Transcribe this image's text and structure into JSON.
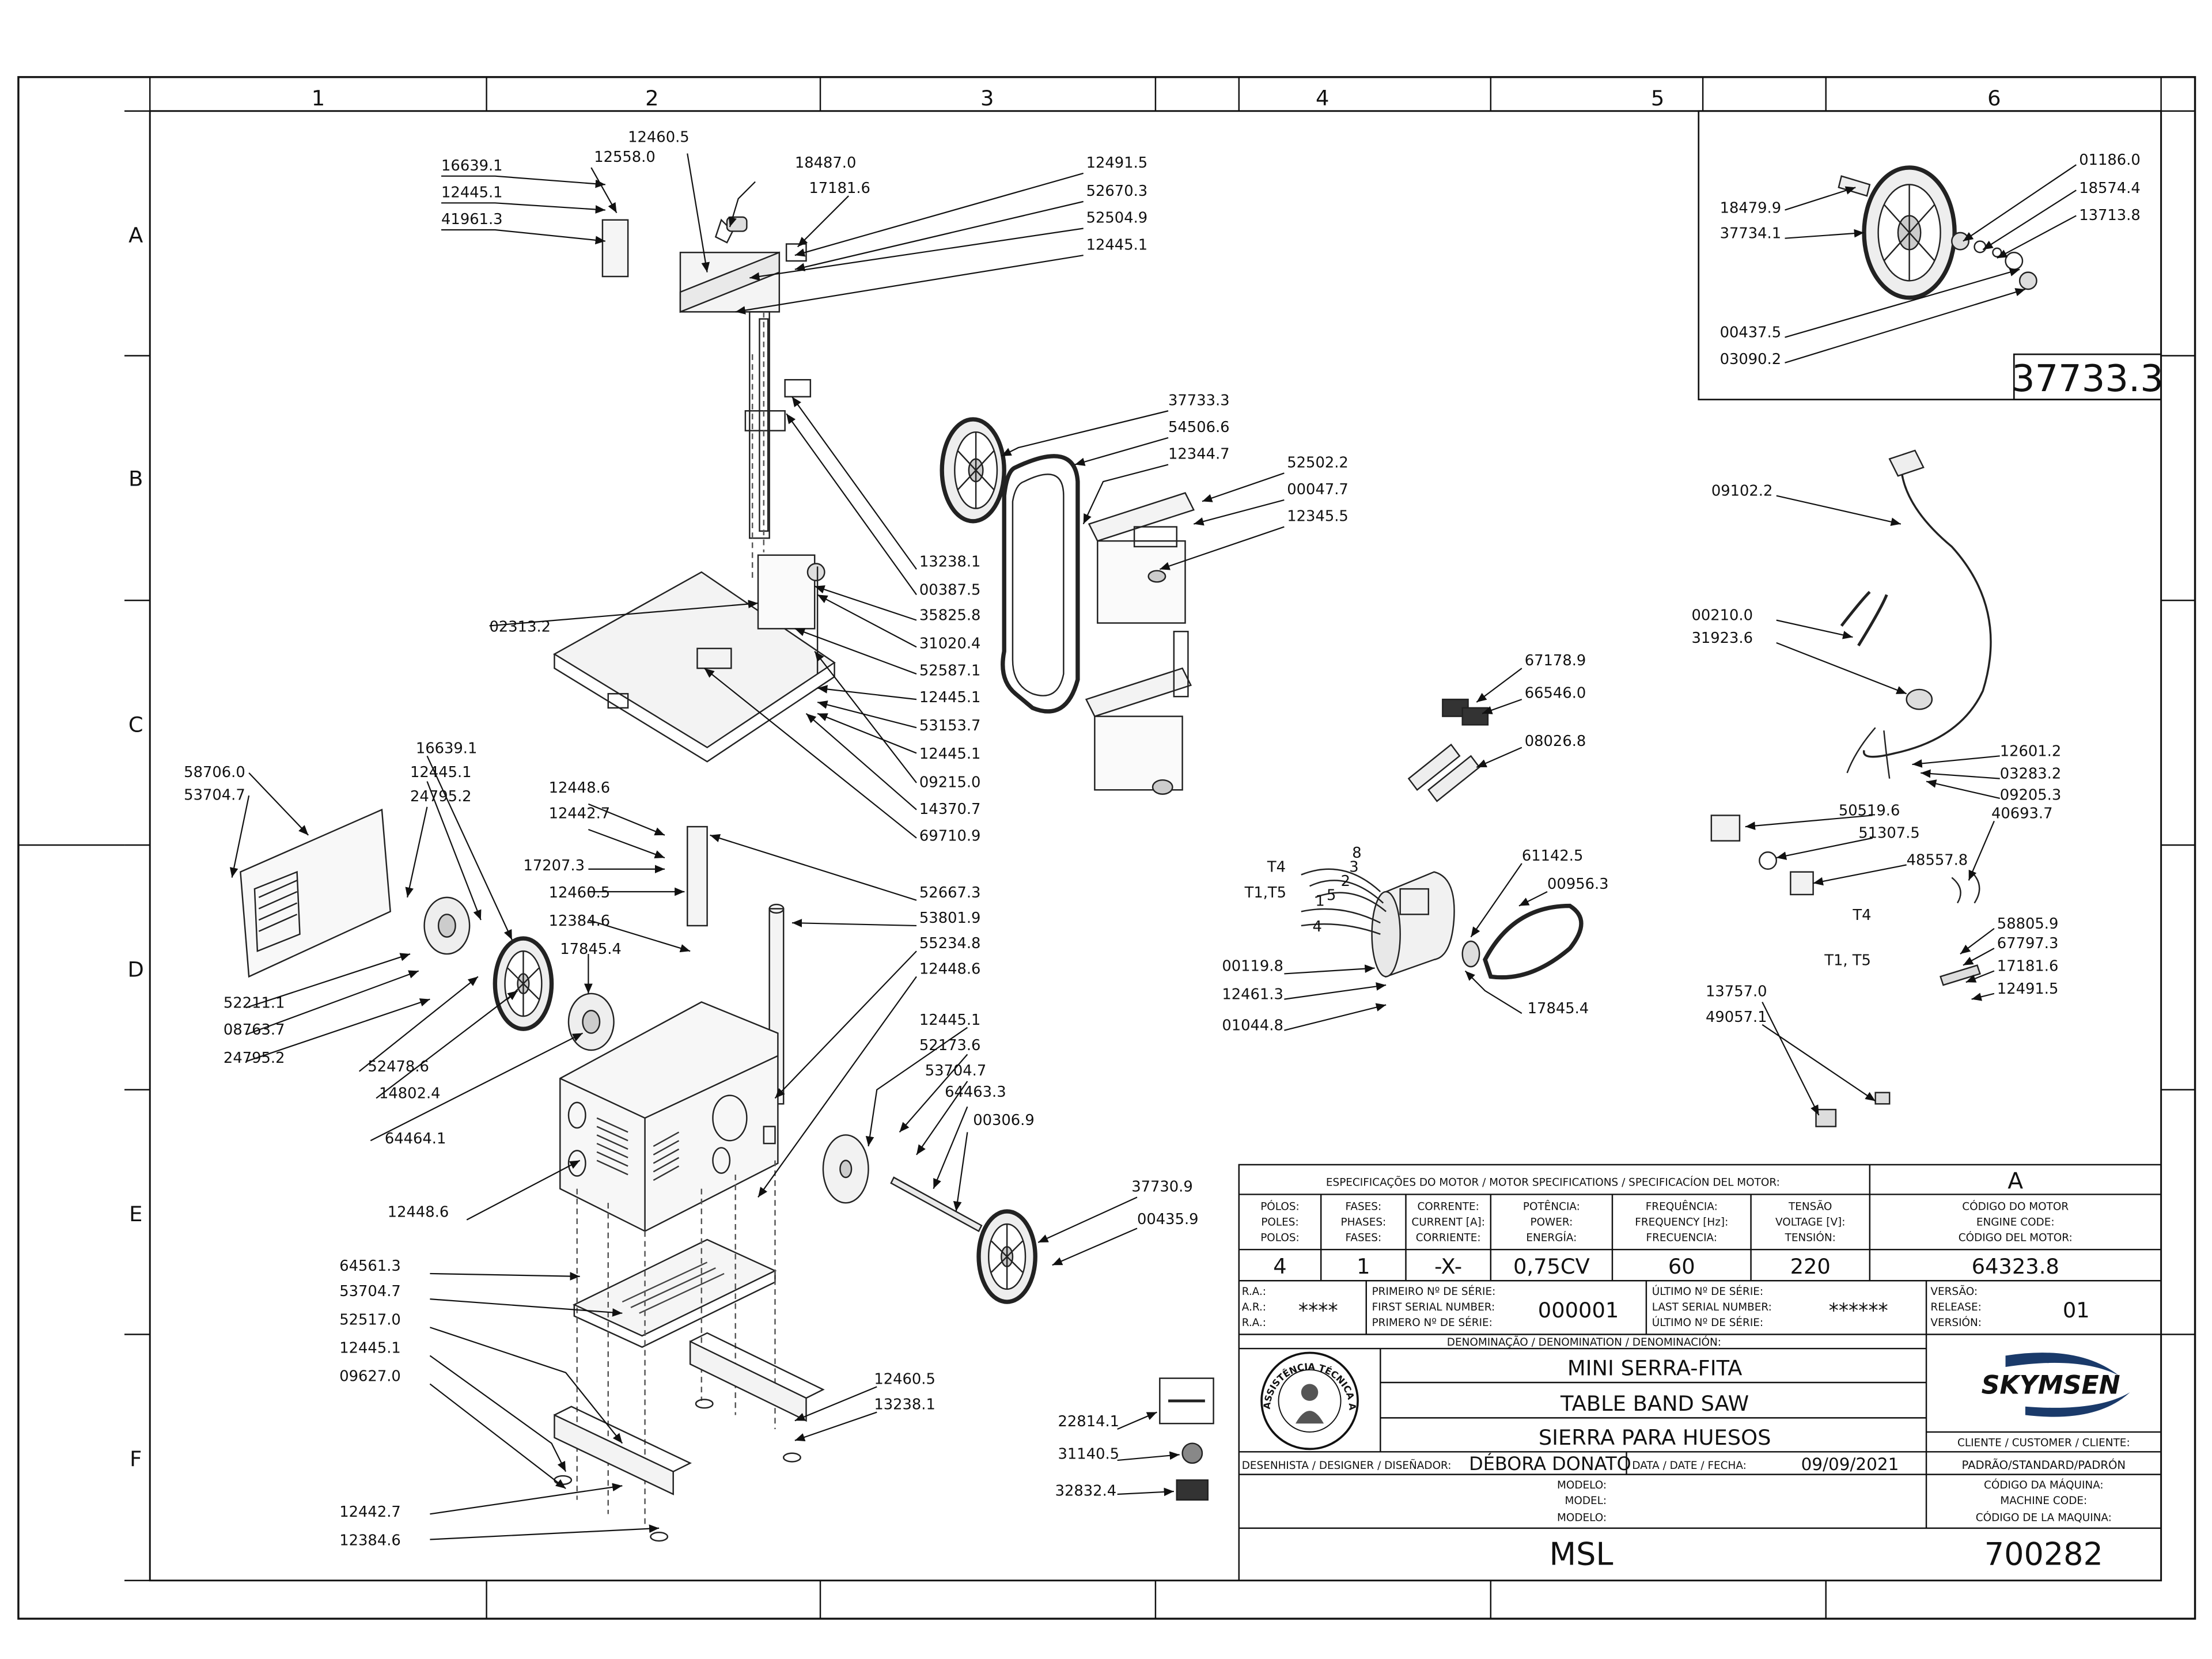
{
  "grid": {
    "columns": [
      "1",
      "2",
      "3",
      "4",
      "5",
      "6"
    ],
    "rows": [
      "A",
      "B",
      "C",
      "D",
      "E",
      "F"
    ]
  },
  "parts": {
    "p16639_1a": "16639.1",
    "p12558_0": "12558.0",
    "p12460_5a": "12460.5",
    "p12445_1a": "12445.1",
    "p41961_3": "41961.3",
    "p18487_0": "18487.0",
    "p17181_6a": "17181.6",
    "p12491_5a": "12491.5",
    "p52670_3": "52670.3",
    "p52504_9": "52504.9",
    "p12445_1b": "12445.1",
    "p37733_3": "37733.3",
    "p54506_6": "54506.6",
    "p12344_7": "12344.7",
    "p52502_2": "52502.2",
    "p00047_7": "00047.7",
    "p12345_5": "12345.5",
    "p13238_1a": "13238.1",
    "p00387_5": "00387.5",
    "p35825_8": "35825.8",
    "p31020_4": "31020.4",
    "p52587_1": "52587.1",
    "p12445_1c": "12445.1",
    "p53153_7": "53153.7",
    "p12445_1d": "12445.1",
    "p09215_0": "09215.0",
    "p14370_7": "14370.7",
    "p69710_9": "69710.9",
    "p02313_2": "02313.2",
    "p58706_0": "58706.0",
    "p53704_7a": "53704.7",
    "p16639_1b": "16639.1",
    "p12445_1e": "12445.1",
    "p24795_2a": "24795.2",
    "p12448_6a": "12448.6",
    "p12442_7a": "12442.7",
    "p17207_3": "17207.3",
    "p12460_5b": "12460.5",
    "p12384_6a": "12384.6",
    "p17845_4a": "17845.4",
    "p52667_3": "52667.3",
    "p53801_9": "53801.9",
    "p55234_8": "55234.8",
    "p12448_6b": "12448.6",
    "p12445_1f": "12445.1",
    "p52173_6": "52173.6",
    "p53704_7b": "53704.7",
    "p64463_3": "64463.3",
    "p00306_9": "00306.9",
    "p37730_9": "37730.9",
    "p00435_9": "00435.9",
    "p52211_1": "52211.1",
    "p08763_7": "08763.7",
    "p24795_2b": "24795.2",
    "p52478_6": "52478.6",
    "p14802_4": "14802.4",
    "p64464_1": "64464.1",
    "p12448_6c": "12448.6",
    "p64561_3": "64561.3",
    "p53704_7c": "53704.7",
    "p52517_0": "52517.0",
    "p12445_1g": "12445.1",
    "p09627_0": "09627.0",
    "p12442_7b": "12442.7",
    "p12384_6b": "12384.6",
    "p12460_5c": "12460.5",
    "p13238_1b": "13238.1",
    "p22814_1": "22814.1",
    "p31140_5": "31140.5",
    "p32832_4": "32832.4",
    "p67178_9": "67178.9",
    "p66546_0": "66546.0",
    "p08026_8": "08026.8",
    "p61142_5": "61142.5",
    "p00956_3": "00956.3",
    "p00119_8": "00119.8",
    "p12461_3": "12461.3",
    "p01044_8": "01044.8",
    "p17845_4b": "17845.4",
    "w8": "8",
    "w3": "3",
    "w2": "2",
    "w5": "5",
    "w1": "1",
    "w4": "4",
    "wT4": "T4",
    "wT1T5": "T1,T5",
    "p09102_2": "09102.2",
    "p00210_0": "00210.0",
    "p31923_6": "31923.6",
    "p12601_2": "12601.2",
    "p03283_2": "03283.2",
    "p09205_3": "09205.3",
    "p50519_6": "50519.6",
    "p51307_5": "51307.5",
    "p48557_8": "48557.8",
    "p40693_7": "40693.7",
    "lblT4": "T4",
    "lblT1T5": "T1, T5",
    "p58805_9": "58805.9",
    "p67797_3": "67797.3",
    "p17181_6b": "17181.6",
    "p12491_5b": "12491.5",
    "p13757_0": "13757.0",
    "p49057_1": "49057.1",
    "p18479_9": "18479.9",
    "p37734_1": "37734.1",
    "p01186_0": "01186.0",
    "p18574_4": "18574.4",
    "p13713_8": "13713.8",
    "p00437_5": "00437.5",
    "p03090_2": "03090.2",
    "inset_code": "37733.3"
  },
  "title_block": {
    "motor_spec_header": "ESPECIFICAÇÕES DO MOTOR / MOTOR SPECIFICATIONS / SPECIFICACÍON DEL MOTOR:",
    "revision_letter": "A",
    "h_poles": [
      "PÓLOS:",
      "POLES:",
      "POLOS:"
    ],
    "h_phases": [
      "FASES:",
      "PHASES:",
      "FASES:"
    ],
    "h_current": [
      "CORRENTE:",
      "CURRENT [A]:",
      "CORRIENTE:"
    ],
    "h_power": [
      "POTÊNCIA:",
      "POWER:",
      "ENERGÍA:"
    ],
    "h_freq": [
      "FREQUÊNCIA:",
      "FREQUENCY [Hz]:",
      "FRECUENCIA:"
    ],
    "h_voltage": [
      "TENSÃO",
      "VOLTAGE [V]:",
      "TENSIÓN:"
    ],
    "h_engine": [
      "CÓDIGO DO MOTOR",
      "ENGINE CODE:",
      "CÓDIGO DEL MOTOR:"
    ],
    "poles": "4",
    "phases": "1",
    "current": "-X-",
    "power": "0,75CV",
    "frequency": "60",
    "voltage": "220",
    "engine_code": "64323.8",
    "ra_labels": [
      "R.A.:",
      "A.R.:",
      "R.A.:"
    ],
    "ra_value": "****",
    "first_serial_labels": [
      "PRIMEIRO Nº DE SÉRIE:",
      "FIRST SERIAL NUMBER:",
      "PRIMERO Nº DE SÉRIE:"
    ],
    "first_serial": "000001",
    "last_serial_labels": [
      "ÚLTIMO Nº DE SÉRIE:",
      "LAST SERIAL NUMBER:",
      "ÚLTIMO Nº DE SÉRIE:"
    ],
    "last_serial": "******",
    "version_labels": [
      "VERSÃO:",
      "RELEASE:",
      "VERSIÓN:"
    ],
    "version": "01",
    "denomination_header": "DENOMINAÇÃO / DENOMINATION / DENOMINACIÓN:",
    "name_pt": "MINI SERRA-FITA",
    "name_en": "TABLE BAND SAW",
    "name_es": "SIERRA PARA HUESOS",
    "seal_text": "ASSISTÊNCIA TÉCNICA AUTORIZADA",
    "brand": "SKYMSEN",
    "client_label": "CLIENTE / CUSTOMER / CLIENTE:",
    "client_value": "PADRÃO/STANDARD/PADRÓN",
    "designer_label": "DESENHISTA / DESIGNER / DISEÑADOR:",
    "designer": "DÉBORA DONATO",
    "date_label": "DATA / DATE / FECHA:",
    "date": "09/09/2021",
    "model_labels": [
      "MODELO:",
      "MODEL:",
      "MODELO:"
    ],
    "machine_code_labels": [
      "CÓDIGO DA MÁQUINA:",
      "MACHINE CODE:",
      "CÓDIGO DE LA MAQUINA:"
    ],
    "model": "MSL",
    "machine_code": "700282"
  }
}
